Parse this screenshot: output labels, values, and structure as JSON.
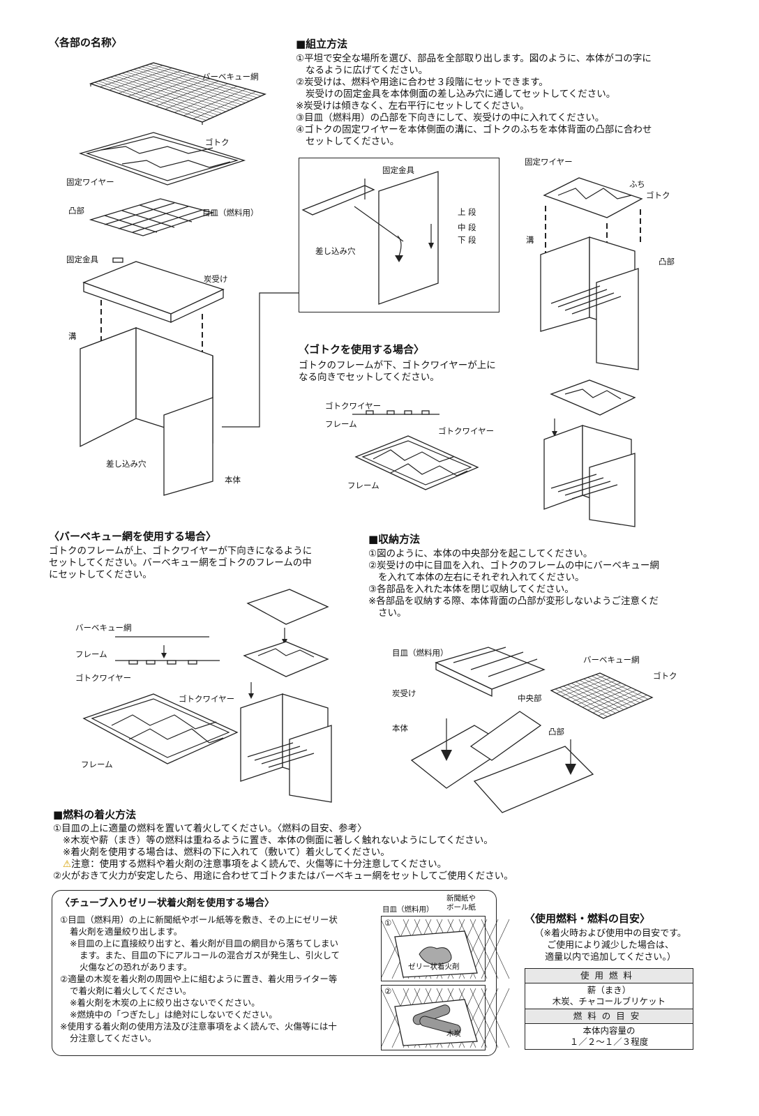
{
  "parts": {
    "title": "〈各部の名称〉",
    "labels": {
      "bbq_net": "バーベキュー網",
      "gotoku": "ゴトク",
      "fixed_wire": "固定ワイヤー",
      "protrusion": "凸部",
      "tray": "目皿（燃料用）",
      "fixed_bracket": "固定金具",
      "ash_pan": "炭受け",
      "groove": "溝",
      "slot": "差し込み穴",
      "body": "本体"
    }
  },
  "assembly": {
    "title": "■組立方法",
    "lines": [
      "①平坦で安全な場所を選び、部品を全部取り出します。図のように、本体がコの字に",
      "なるように広げてください。",
      "②炭受けは、燃料や用途に合わせ３段階にセットできます。",
      "炭受けの固定金具を本体側面の差し込み穴に通してセットしてください。",
      "※炭受けは傾きなく、左右平行にセットしてください。",
      "③目皿（燃料用）の凸部を下向きにして、炭受けの中に入れてください。",
      "④ゴトクの固定ワイヤーを本体側面の溝に、ゴトクのふちを本体背面の凸部に合わせ",
      "セットしてください。"
    ],
    "detail_labels": {
      "fixed_bracket": "固定金具",
      "upper": "上 段",
      "middle": "中 段",
      "lower": "下 段",
      "slot": "差し込み穴"
    },
    "right_labels": {
      "fixed_wire": "固定ワイヤー",
      "rim": "ふち",
      "gotoku": "ゴトク",
      "groove": "溝",
      "protrusion": "凸部"
    }
  },
  "gotoku_use": {
    "title": "〈ゴトクを使用する場合〉",
    "lines": [
      "ゴトクのフレームが下、ゴトクワイヤーが上に",
      "なる向きでセットしてください。"
    ],
    "labels": {
      "gotoku_wire": "ゴトクワイヤー",
      "frame": "フレーム",
      "gotoku_wire2": "ゴトクワイヤー",
      "frame2": "フレーム"
    }
  },
  "bbq_use": {
    "title": "〈バーベキュー網を使用する場合〉",
    "lines": [
      "ゴトクのフレームが上、ゴトクワイヤーが下向きになるように",
      "セットしてください。バーベキュー網をゴトクのフレームの中",
      "にセットしてください。"
    ],
    "labels": {
      "bbq_net": "バーベキュー網",
      "frame": "フレーム",
      "gotoku_wire": "ゴトクワイヤー",
      "gotoku_wire2": "ゴトクワイヤー",
      "frame2": "フレーム"
    }
  },
  "storage": {
    "title": "■収納方法",
    "lines": [
      "①図のように、本体の中央部分を起こしてください。",
      "②炭受けの中に目皿を入れ、ゴトクのフレームの中にバーベキュー網",
      "を入れて本体の左右にそれぞれ入れてください。",
      "③各部品を入れた本体を閉じ収納してください。",
      "※各部品を収納する際、本体背面の凸部が変形しないようご注意くだ",
      "さい。"
    ],
    "labels": {
      "tray": "目皿（燃料用）",
      "ash_pan": "炭受け",
      "body": "本体",
      "center": "中央部",
      "protrusion": "凸部",
      "bbq_net": "バーベキュー網",
      "gotoku": "ゴトク"
    }
  },
  "ignition": {
    "title": "■燃料の着火方法",
    "lines": [
      "①目皿の上に適量の燃料を置いて着火してください。〈燃料の目安、参考〉",
      "※木炭や薪（まき）等の燃料は重ねるように置き、本体の側面に著しく触れないようにしてください。",
      "※着火剤を使用する場合は、燃料の下に入れて（敷いて）着火してください。",
      "注意：使用する燃料や着火剤の注意事項をよく読んで、火傷等に十分注意してください。",
      "②火がおきて火力が安定したら、用途に合わせてゴトクまたはバーベキュー網をセットしてご使用ください。"
    ]
  },
  "gel": {
    "title": "〈チューブ入りゼリー状着火剤を使用する場合〉",
    "lines": [
      "①目皿（燃料用）の上に新聞紙やボール紙等を敷き、その上にゼリー状",
      "着火剤を適量絞り出します。",
      "※目皿の上に直接絞り出すと、着火剤が目皿の網目から落ちてしまい",
      "ます。また、目皿の下にアルコールの混合ガスが発生し、引火して",
      "火傷などの恐れがあります。",
      "②適量の木炭を着火剤の周囲や上に組むように置き、着火用ライター等",
      "で着火剤に着火してください。",
      "※着火剤を木炭の上に絞り出さないでください。",
      "※燃焼中の「つぎたし」は絶対にしないでください。",
      "※使用する着火剤の使用方法及び注意事項をよく読んで、火傷等には十",
      "分注意してください。"
    ],
    "fig_labels": {
      "tray": "目皿（燃料用）",
      "newspaper1": "新聞紙や",
      "newspaper2": "ボール紙",
      "num1": "①",
      "gel": "ゼリー状着火剤",
      "num2": "②",
      "charcoal": "木炭"
    }
  },
  "fuel": {
    "title": "〈使用燃料・燃料の目安〉",
    "note": [
      "（※着火時および使用中の目安です。",
      "ご使用により減少した場合は、",
      "適量以内で追加してください。）"
    ],
    "table": {
      "h1": "使用燃料",
      "r1a": "薪（まき）",
      "r1b": "木炭、チャコールブリケット",
      "h2": "燃料の目安",
      "r2a": "本体内容量の",
      "r2b": "１／２〜１／３程度"
    }
  }
}
